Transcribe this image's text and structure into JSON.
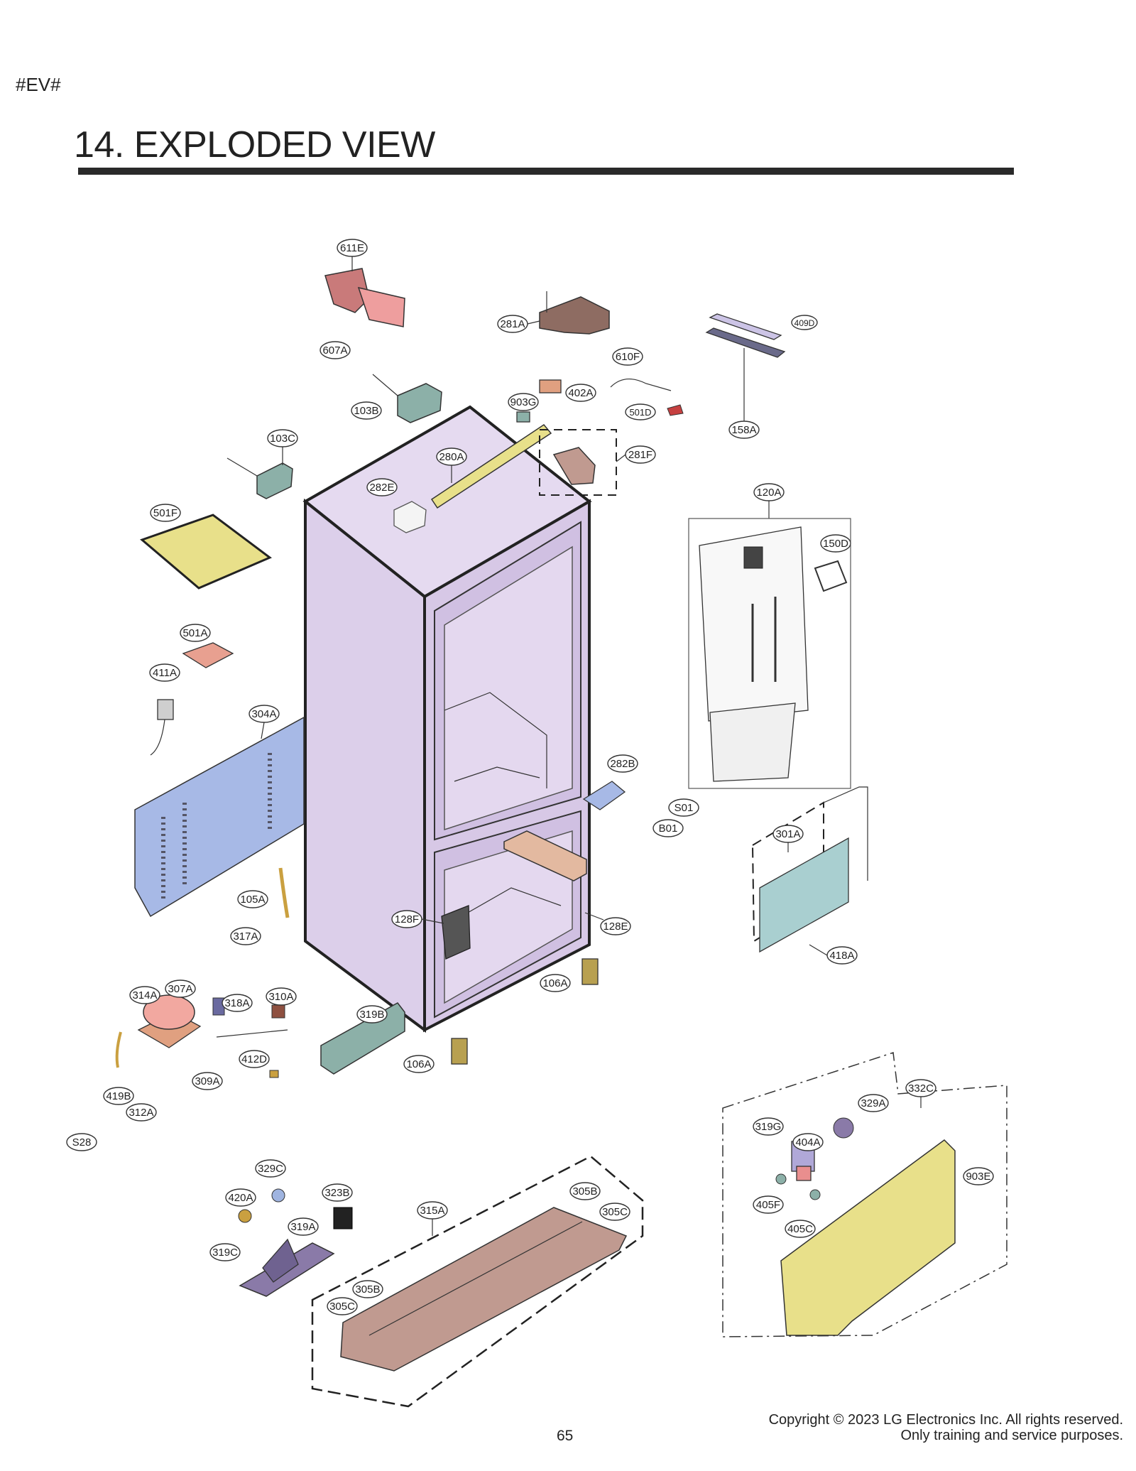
{
  "header": {
    "tag": "#EV#",
    "title": "14. EXPLODED VIEW"
  },
  "footer": {
    "page_number": "65",
    "copyright": "Copyright © 2023 LG Electronics Inc. All rights reserved.",
    "notice": "Only training and service purposes."
  },
  "colors": {
    "cabinet": "#e0d4ec",
    "liner": "#d2c4e4",
    "panel_blue": "#a7b9e6",
    "evap": "#a9cfd0",
    "yellow": "#e8e08a",
    "brown": "#c09a90",
    "dark_brown": "#8e6c62",
    "teal": "#8cb0a8",
    "pink": "#e98e8e"
  },
  "parts": [
    "611E",
    "281A",
    "409D",
    "607A",
    "610F",
    "103B",
    "402A",
    "903G",
    "501D",
    "158A",
    "103C",
    "280A",
    "281F",
    "282E",
    "120A",
    "501F",
    "150D",
    "501A",
    "411A",
    "304A",
    "282B",
    "S01",
    "B01",
    "301A",
    "105A",
    "128F",
    "128E",
    "418A",
    "317A",
    "106A",
    "314A",
    "307A",
    "318A",
    "310A",
    "319B",
    "412D",
    "106A",
    "309A",
    "419B",
    "312A",
    "332C",
    "329A",
    "S28",
    "319G",
    "404A",
    "903E",
    "329C",
    "323B",
    "305B",
    "420A",
    "315A",
    "305C",
    "319A",
    "405F",
    "319C",
    "405C",
    "305B",
    "305C"
  ]
}
